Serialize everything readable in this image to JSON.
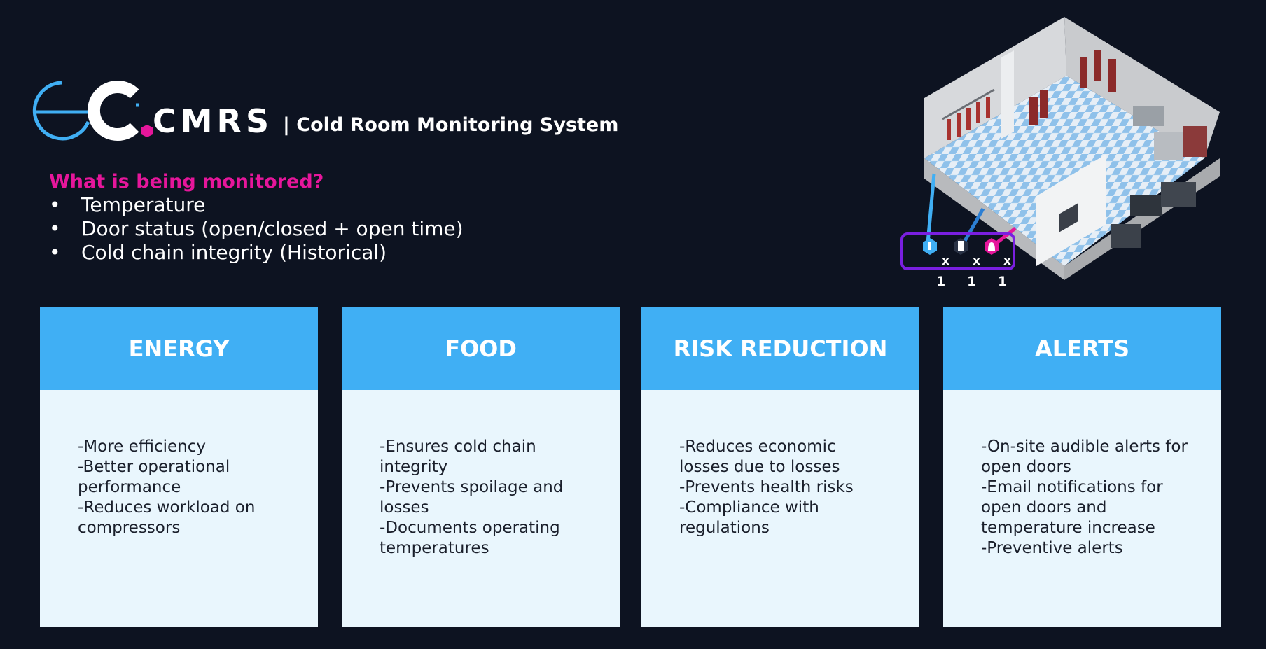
{
  "brand": {
    "logo_text": "eC",
    "product": "CMRS",
    "tagline": "| Cold Room Monitoring System",
    "colors": {
      "accent_blue": "#40aff4",
      "accent_pink": "#e6169b",
      "background": "#0d1321"
    }
  },
  "monitoring": {
    "heading": "What is being monitored?",
    "items": [
      "Temperature",
      "Door status (open/closed + open time)",
      "Cold chain integrity (Historical)"
    ],
    "bullet": "•"
  },
  "sensors": [
    {
      "icon": "temperature-sensor-icon",
      "count_prefix": "x",
      "count": "1"
    },
    {
      "icon": "door-sensor-icon",
      "count_prefix": "x",
      "count": "1"
    },
    {
      "icon": "alarm-bell-icon",
      "count_prefix": "x",
      "count": "1"
    }
  ],
  "cards": [
    {
      "title": "ENERGY",
      "lines": [
        "-More efficiency",
        "-Better operational",
        "performance",
        "-Reduces workload on",
        "compressors"
      ]
    },
    {
      "title": "FOOD",
      "lines": [
        "-Ensures cold chain",
        "integrity",
        "-Prevents spoilage and",
        "losses",
        "-Documents operating",
        "temperatures"
      ]
    },
    {
      "title": "RISK REDUCTION",
      "lines": [
        "-Reduces economic",
        "losses due to losses",
        "-Prevents health risks",
        "-Compliance with",
        "regulations"
      ]
    },
    {
      "title": "ALERTS",
      "lines": [
        "-On-site audible alerts for",
        "open doors",
        "-Email notifications for",
        "open doors and",
        "temperature increase",
        "-Preventive alerts"
      ]
    }
  ]
}
